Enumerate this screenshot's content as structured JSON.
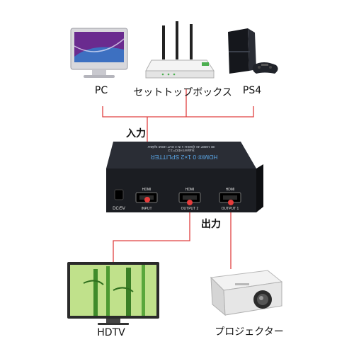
{
  "devices": {
    "pc": {
      "label": "PC",
      "icon": "desktop-monitor-icon"
    },
    "settop": {
      "label": "セットトップボックス",
      "icon": "router-icon"
    },
    "ps4": {
      "label": "PS4",
      "icon": "game-console-icon"
    },
    "hdtv": {
      "label": "HDTV",
      "icon": "television-icon"
    },
    "projector": {
      "label": "プロジェクター",
      "icon": "projector-icon"
    }
  },
  "flow": {
    "input_label": "入力",
    "output_label": "出力"
  },
  "splitter": {
    "title": "HDMI® 0 1×2 SPLITTER",
    "subtitle_line1": "3D 1080P 4K @60Hz 1 IN 2 OUT HDMI Splitter",
    "subtitle_line2": "Support HDCP 2.2",
    "power_label": "DC/5V",
    "ports": [
      {
        "badge": "HDMI",
        "label": "INPUT"
      },
      {
        "badge": "HDMI",
        "label": "OUTPUT 2"
      },
      {
        "badge": "HDMI",
        "label": "OUTPUT 1"
      }
    ]
  },
  "colors": {
    "wire": "#e04040",
    "dot": "#e63c3c",
    "splitter_body": "#1b1d22",
    "splitter_top": "#2a2d35"
  }
}
